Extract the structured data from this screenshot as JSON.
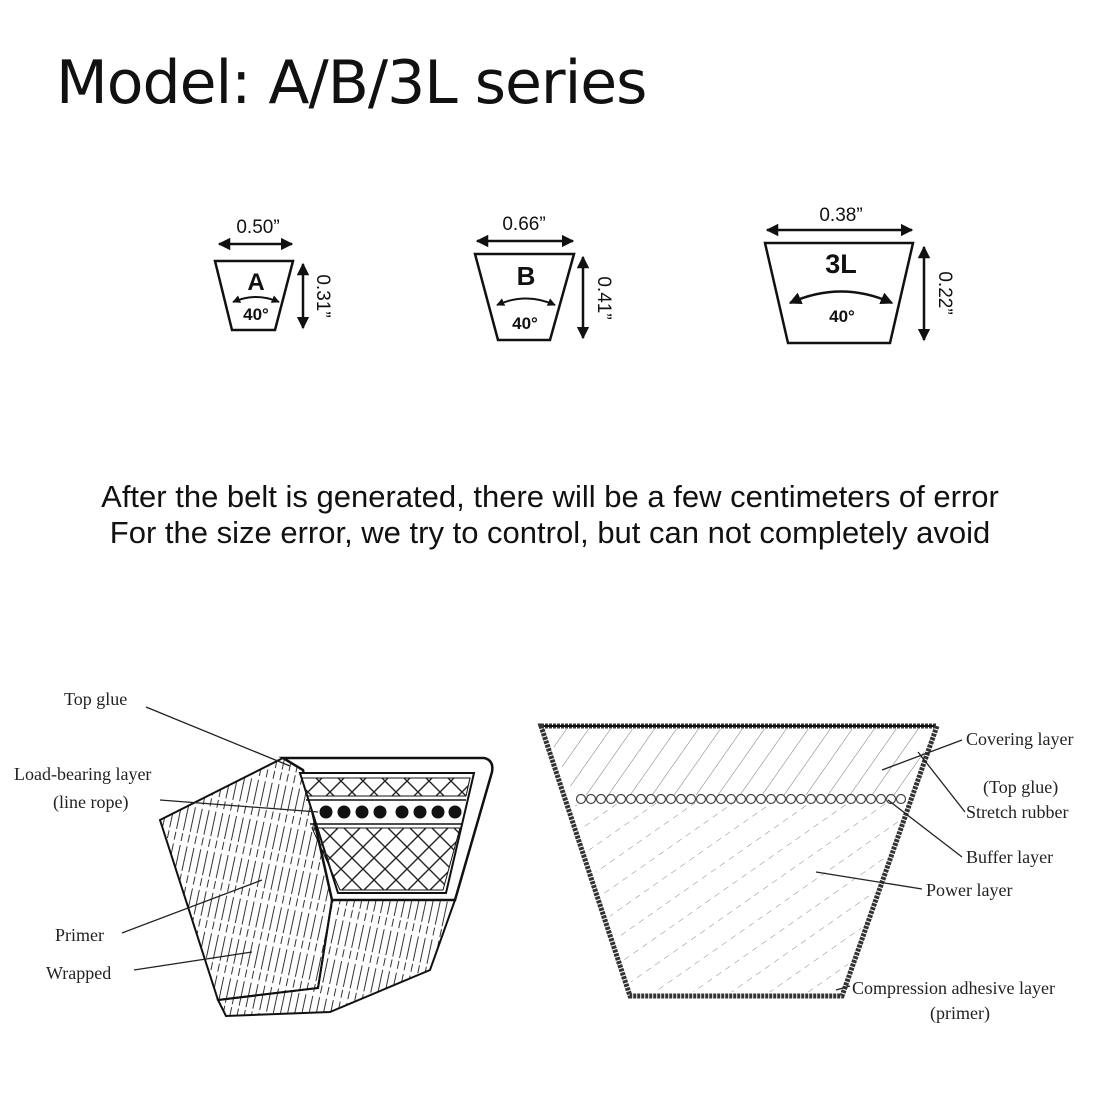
{
  "title": "Model: A/B/3L series",
  "belts": [
    {
      "id": "A",
      "label": "A",
      "top_width": "0.50”",
      "height": "0.31”",
      "angle": "40°"
    },
    {
      "id": "B",
      "label": "B",
      "top_width": "0.66”",
      "height": "0.41”",
      "angle": "40°"
    },
    {
      "id": "3L",
      "label": "3L",
      "top_width": "0.38”",
      "height": "0.22”",
      "angle": "40°"
    }
  ],
  "notes": [
    "After the belt is generated, there will be a few centimeters of error",
    "For the size error, we try to control, but can not completely avoid"
  ],
  "left_diagram": {
    "labels": [
      "Top glue",
      "Load-bearing layer",
      "(line rope)",
      "Primer",
      "Wrapped"
    ]
  },
  "right_diagram": {
    "labels": [
      "Covering layer",
      "(Top glue)",
      "Stretch rubber",
      "Buffer layer",
      "Power layer",
      "Compression adhesive layer",
      "(primer)"
    ]
  }
}
